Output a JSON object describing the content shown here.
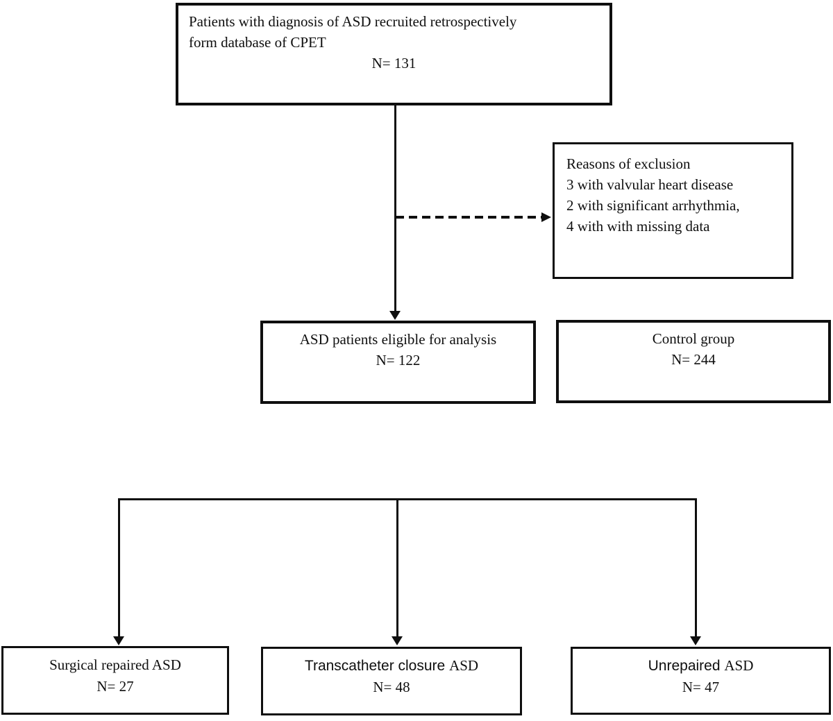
{
  "figure": {
    "type": "patient-flow-diagram",
    "colors": {
      "ink": "#0f0f0f",
      "background": "#ffffff"
    }
  },
  "boxes": {
    "recruited": {
      "line1": "Patients with diagnosis of ASD recruited retrospectively",
      "line2": "form database of CPET",
      "n": "N= 131"
    },
    "exclusion": {
      "lines": [
        "Reasons of exclusion",
        "3 with valvular heart disease",
        "2 with significant arrhythmia,",
        "4 with with missing data"
      ]
    },
    "eligible": {
      "title": "ASD patients eligible for analysis",
      "n": "N= 122"
    },
    "control": {
      "title": "Control group",
      "n": "N= 244"
    },
    "surgical": {
      "label_sans": "",
      "label_serif": "Surgical repaired ASD",
      "n": "N= 27"
    },
    "transcatheter": {
      "label_sans": "Transcatheter closure ",
      "label_serif": "ASD",
      "n": "N= 48"
    },
    "unrepaired": {
      "label_sans": "Unrepaired ",
      "label_serif": "ASD",
      "n": "N= 47"
    }
  }
}
